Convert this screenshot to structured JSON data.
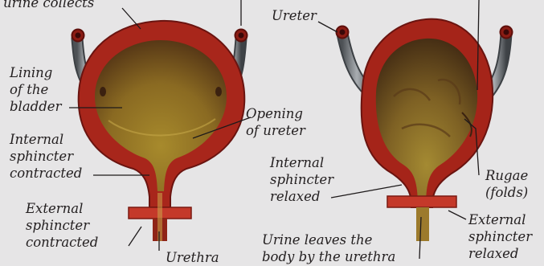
{
  "labels": {
    "urine_collects": "urine collects",
    "lining": [
      "Lining",
      "of the",
      "bladder"
    ],
    "opening": [
      "Opening",
      "of ureter"
    ],
    "internal_contracted": [
      "Internal",
      "sphincter",
      "contracted"
    ],
    "external_contracted": [
      "External",
      "sphincter",
      "contracted"
    ],
    "urethra": "Urethra",
    "ureter": "Ureter",
    "internal_relaxed": [
      "Internal",
      "sphincter",
      "relaxed"
    ],
    "rugae": [
      "Rugae",
      "(folds)"
    ],
    "external_relaxed": [
      "External",
      "sphincter",
      "relaxed"
    ],
    "urine_leaves": [
      "Urine leaves the",
      "body by the urethra"
    ]
  }
}
